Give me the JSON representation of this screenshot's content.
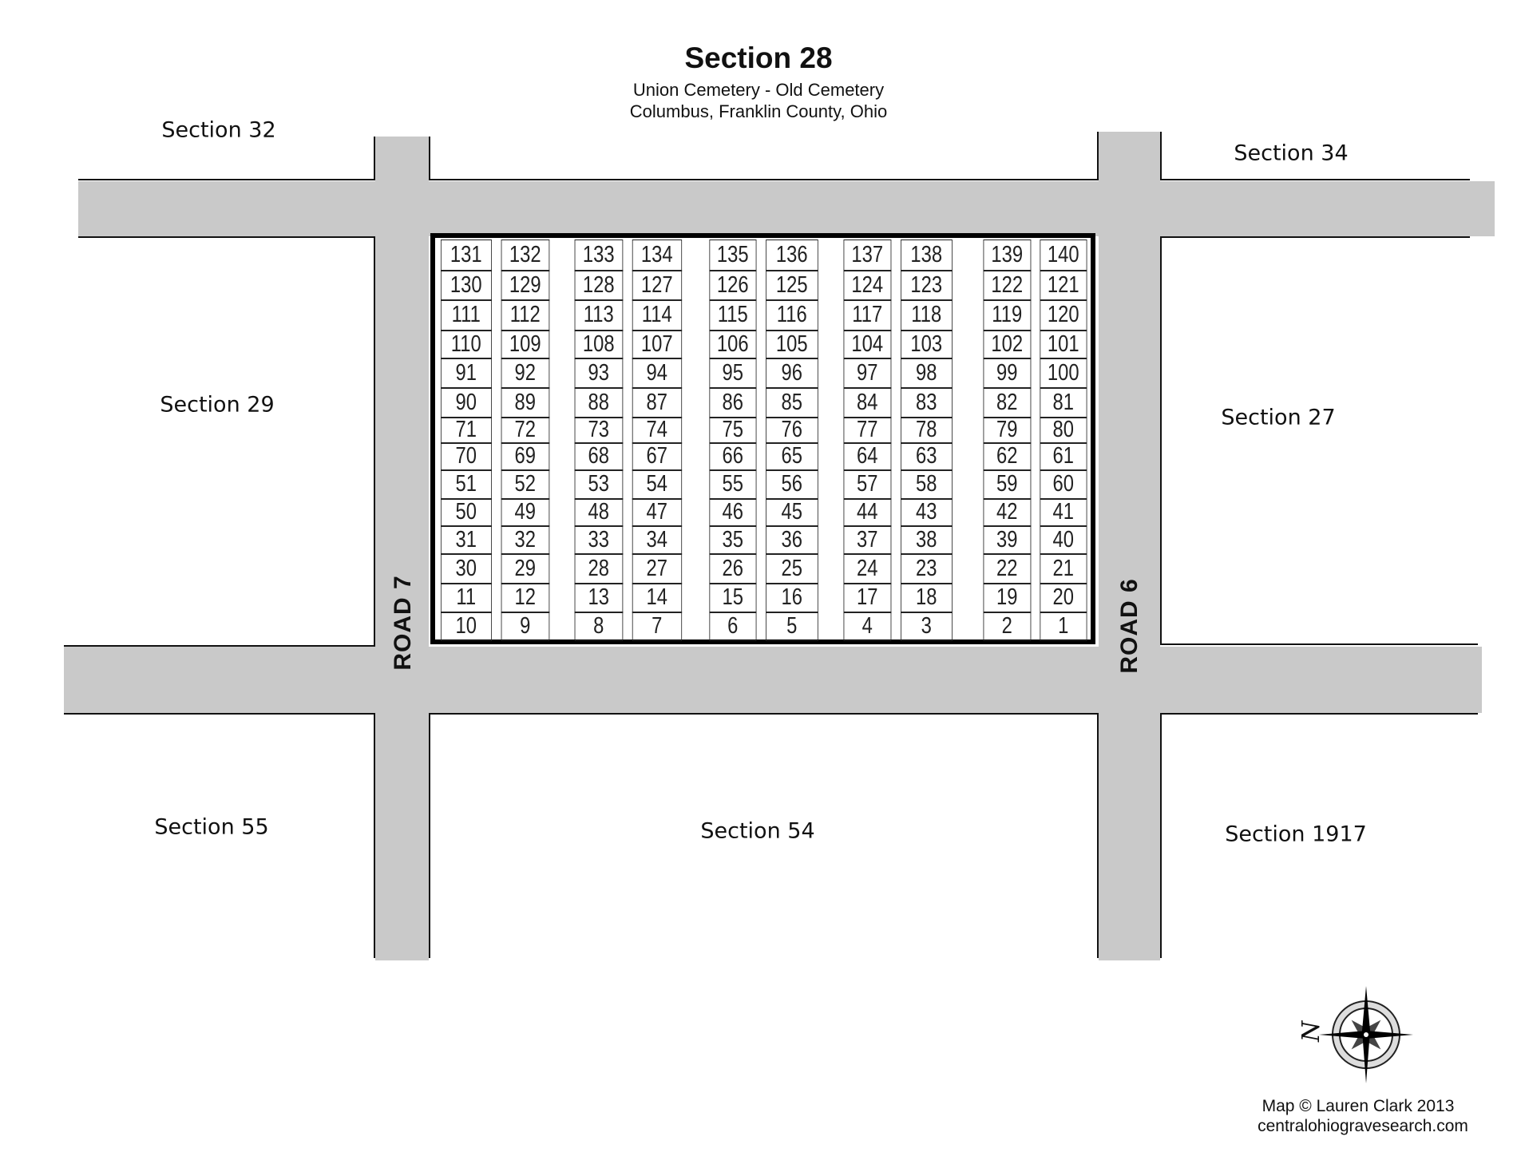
{
  "header": {
    "title": "Section 28",
    "subtitle1": "Union Cemetery - Old Cemetery",
    "subtitle2": "Columbus, Franklin County, Ohio"
  },
  "sections": {
    "s32": "Section 32",
    "s34": "Section 34",
    "s29": "Section 29",
    "s27": "Section 27",
    "s55": "Section 55",
    "s54": "Section 54",
    "s1917": "Section 1917"
  },
  "roads": {
    "road7": "ROAD 7",
    "road6": "ROAD 6"
  },
  "colors": {
    "road": "#c9c9c9",
    "border": "#000000"
  },
  "lots": [
    [
      "131",
      "132",
      "133",
      "134",
      "135",
      "136",
      "137",
      "138",
      "139",
      "140"
    ],
    [
      "130",
      "129",
      "128",
      "127",
      "126",
      "125",
      "124",
      "123",
      "122",
      "121"
    ],
    [
      "111",
      "112",
      "113",
      "114",
      "115",
      "116",
      "117",
      "118",
      "119",
      "120"
    ],
    [
      "110",
      "109",
      "108",
      "107",
      "106",
      "105",
      "104",
      "103",
      "102",
      "101"
    ],
    [
      "91",
      "92",
      "93",
      "94",
      "95",
      "96",
      "97",
      "98",
      "99",
      "100"
    ],
    [
      "90",
      "89",
      "88",
      "87",
      "86",
      "85",
      "84",
      "83",
      "82",
      "81"
    ],
    [
      "71",
      "72",
      "73",
      "74",
      "75",
      "76",
      "77",
      "78",
      "79",
      "80"
    ],
    [
      "70",
      "69",
      "68",
      "67",
      "66",
      "65",
      "64",
      "63",
      "62",
      "61"
    ],
    [
      "51",
      "52",
      "53",
      "54",
      "55",
      "56",
      "57",
      "58",
      "59",
      "60"
    ],
    [
      "50",
      "49",
      "48",
      "47",
      "46",
      "45",
      "44",
      "43",
      "42",
      "41"
    ],
    [
      "31",
      "32",
      "33",
      "34",
      "35",
      "36",
      "37",
      "38",
      "39",
      "40"
    ],
    [
      "30",
      "29",
      "28",
      "27",
      "26",
      "25",
      "24",
      "23",
      "22",
      "21"
    ],
    [
      "11",
      "12",
      "13",
      "14",
      "15",
      "16",
      "17",
      "18",
      "19",
      "20"
    ],
    [
      "10",
      "9",
      "8",
      "7",
      "6",
      "5",
      "4",
      "3",
      "2",
      "1"
    ]
  ],
  "compass": {
    "icon": "compass-rose-icon",
    "north_label": "N"
  },
  "credits": {
    "line1": "Map © Lauren Clark 2013",
    "line2": "centralohiogravesearch.com"
  }
}
